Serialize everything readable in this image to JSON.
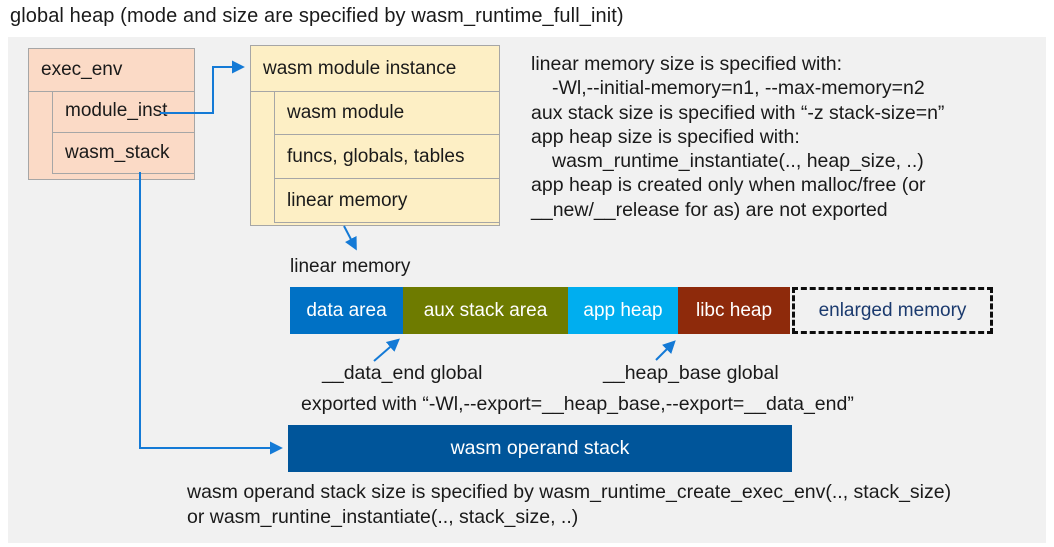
{
  "title": "global heap (mode and size are specified by wasm_runtime_full_init)",
  "exec_env_box": {
    "header": "exec_env",
    "rows": [
      "module_inst",
      "wasm_stack"
    ]
  },
  "instance_box": {
    "header": "wasm module instance",
    "rows": [
      "wasm module",
      "funcs, globals, tables",
      "linear memory"
    ]
  },
  "notes": {
    "lines": [
      "linear memory size is specified with:",
      "-Wl,--initial-memory=n1, --max-memory=n2",
      "aux stack size is specified with “-z stack-size=n”",
      "app heap size is specified with:",
      "wasm_runtime_instantiate(.., heap_size, ..)",
      "app heap is created only when malloc/free (or",
      "__new/__release for as) are not exported"
    ]
  },
  "linear_memory": {
    "label": "linear memory",
    "segments": [
      {
        "label": "data area",
        "color": "#0071C5",
        "width": 113
      },
      {
        "label": "aux stack area",
        "color": "#6E7B00",
        "width": 165
      },
      {
        "label": "app heap",
        "color": "#00AEEF",
        "width": 110
      },
      {
        "label": "libc heap",
        "color": "#8E2A0B",
        "width": 112
      }
    ],
    "enlarged": {
      "label": "enlarged memory"
    }
  },
  "globals": {
    "data_end_label": "__data_end global",
    "heap_base_label": "__heap_base global",
    "exported_line": "exported with “-Wl,--export=__heap_base,--export=__data_end”"
  },
  "operand_stack": {
    "label": "wasm operand stack"
  },
  "footnote": {
    "lines": [
      "wasm operand stack size is specified by wasm_runtime_create_exec_env(.., stack_size)",
      "or wasm_runtine_instantiate(.., stack_size, ..)"
    ]
  },
  "colors": {
    "panel": "#F1F1F1",
    "salmon": "#FBDAC6",
    "cream": "#FDEFC5",
    "box_border": "#A6A6A6",
    "arrow": "#147AD6",
    "bar_blue": "#00559A",
    "enlarged_text": "#1B3A6E"
  }
}
